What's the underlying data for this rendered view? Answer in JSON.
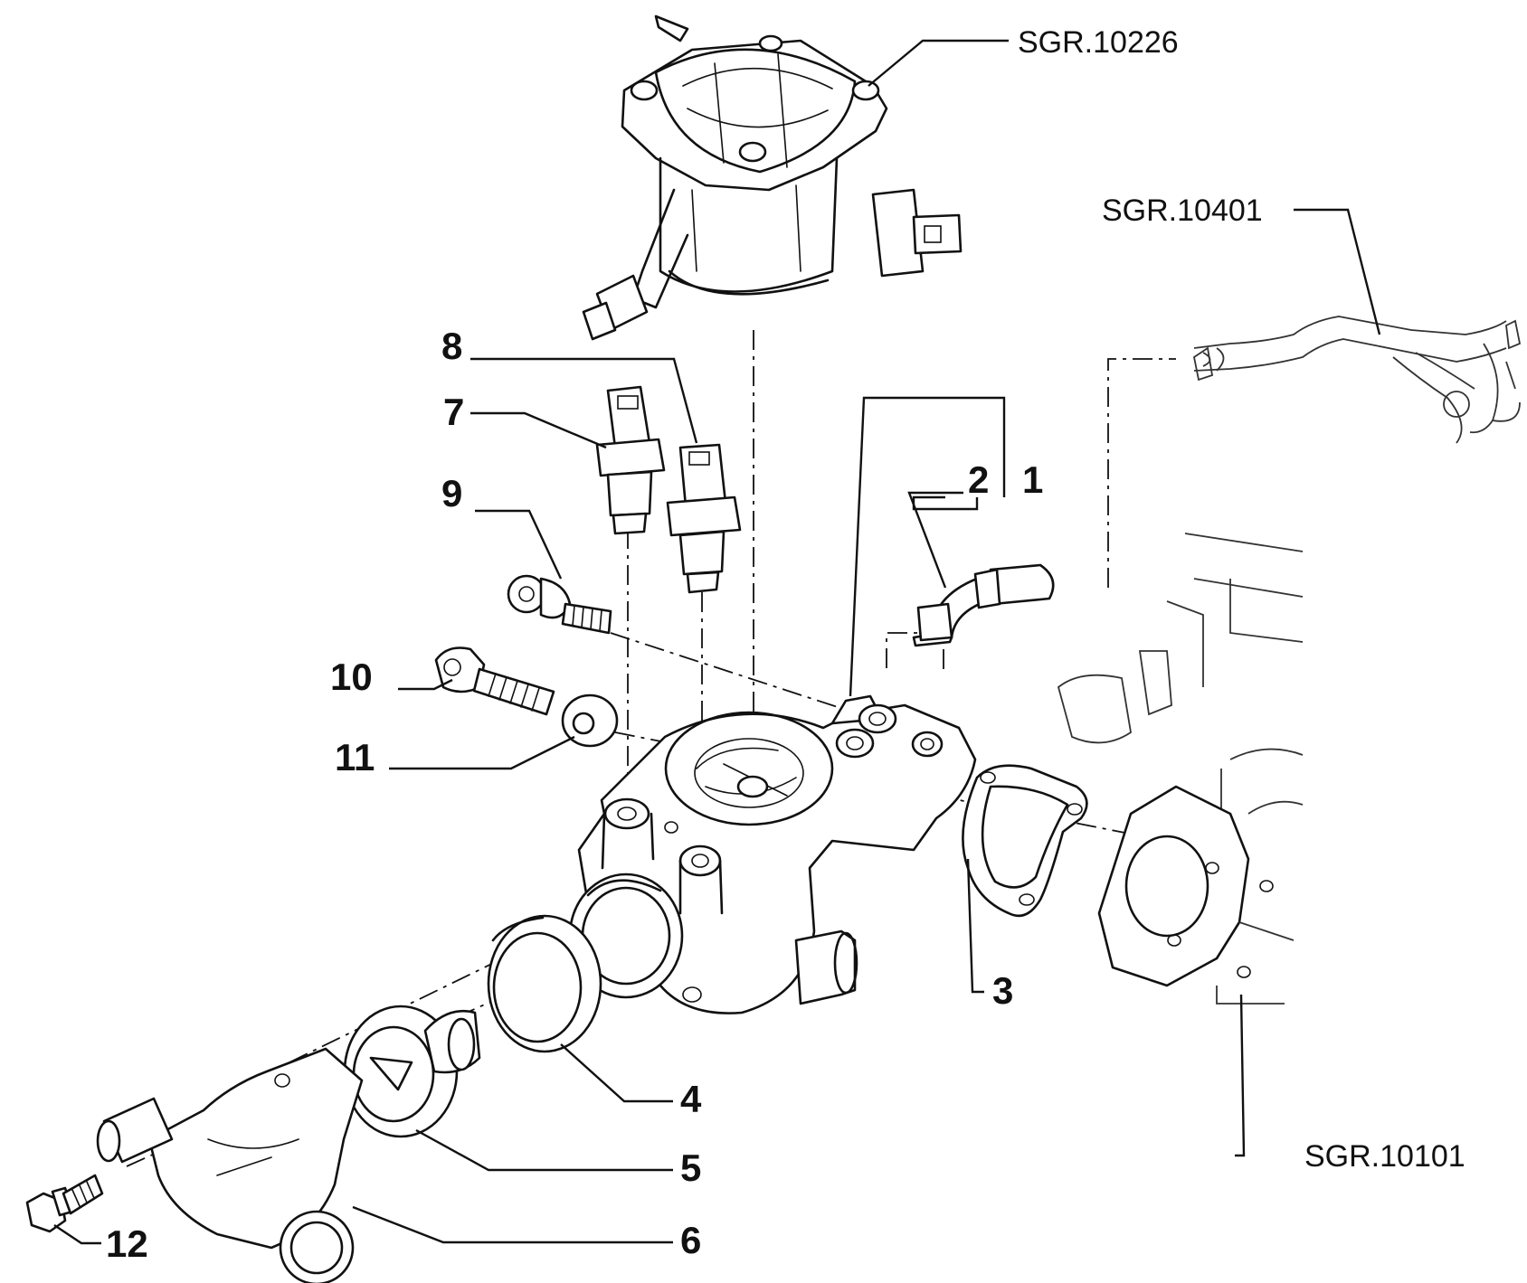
{
  "references": {
    "vacuum_pump": "SGR.10226",
    "hose_assembly": "SGR.10401",
    "cylinder_head": "SGR.10101"
  },
  "part_numbers": {
    "p1": "1",
    "p2": "2",
    "p3": "3",
    "p4": "4",
    "p5": "5",
    "p6": "6",
    "p7": "7",
    "p8": "8",
    "p9": "9",
    "p10": "10",
    "p11": "11",
    "p12": "12"
  }
}
